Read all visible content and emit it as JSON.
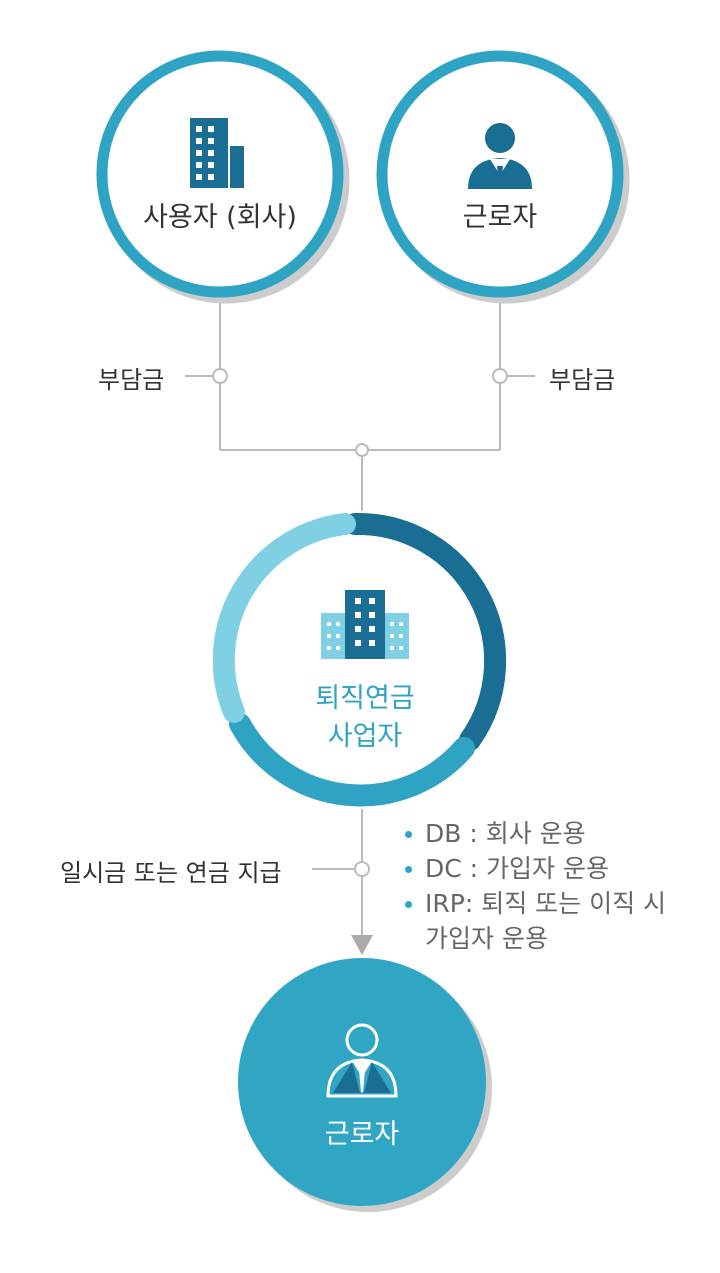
{
  "nodes": {
    "employer": {
      "label": "사용자 (회사)",
      "icon": "building-icon"
    },
    "worker_top": {
      "label": "근로자",
      "icon": "person-icon"
    },
    "provider": {
      "label_line1": "퇴직연금",
      "label_line2": "사업자",
      "icon": "office-buildings-icon"
    },
    "worker_bottom": {
      "label": "근로자",
      "icon": "person-icon"
    }
  },
  "edges": {
    "employer_contribution": "부담금",
    "worker_contribution": "부담금",
    "payout": "일시금 또는 연금 지급"
  },
  "notes": [
    "DB : 회사 운용",
    "DC : 가입자 운용",
    "IRP: 퇴직 또는 이직 시 가입자 운용"
  ],
  "colors": {
    "ring": "#2fa3c3",
    "ring_dark": "#1a6e93",
    "ring_light": "#7fd0e3",
    "connector": "#bbbbbb",
    "bottom_fill": "#31a5c4"
  }
}
